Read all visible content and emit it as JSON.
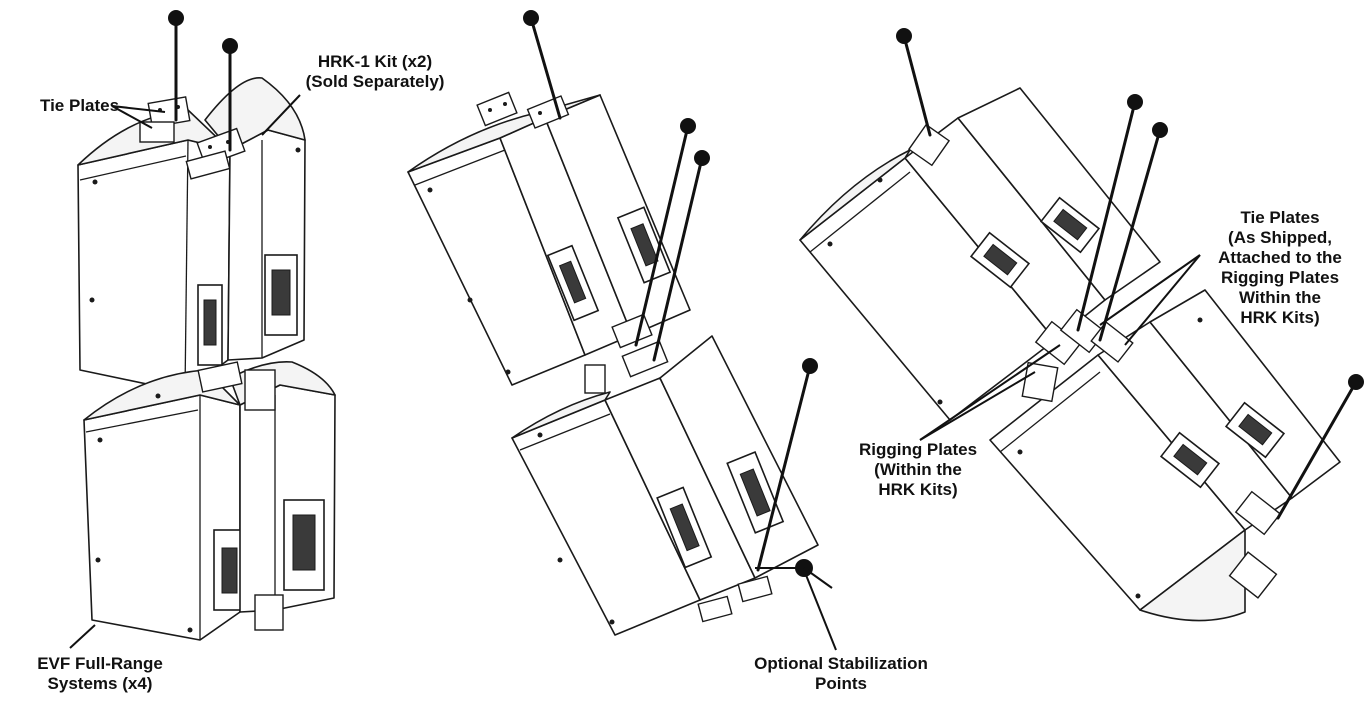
{
  "labels": {
    "tie_plates_left": "Tie Plates",
    "hrk_kit_line1": "HRK-1 Kit (x2)",
    "hrk_kit_line2": "(Sold Separately)",
    "evf_line1": "EVF Full-Range",
    "evf_line2": "Systems (x4)",
    "stabilization_line1": "Optional Stabilization",
    "stabilization_line2": "Points",
    "tie_plates_right_line1": "Tie Plates",
    "tie_plates_right_line2": "(As Shipped,",
    "tie_plates_right_line3": "Attached to the",
    "tie_plates_right_line4": "Rigging Plates",
    "tie_plates_right_line5": "Within the",
    "tie_plates_right_line6": "HRK Kits)",
    "rigging_plates_line1": "Rigging Plates",
    "rigging_plates_line2": "(Within the",
    "rigging_plates_line3": "HRK Kits)"
  }
}
